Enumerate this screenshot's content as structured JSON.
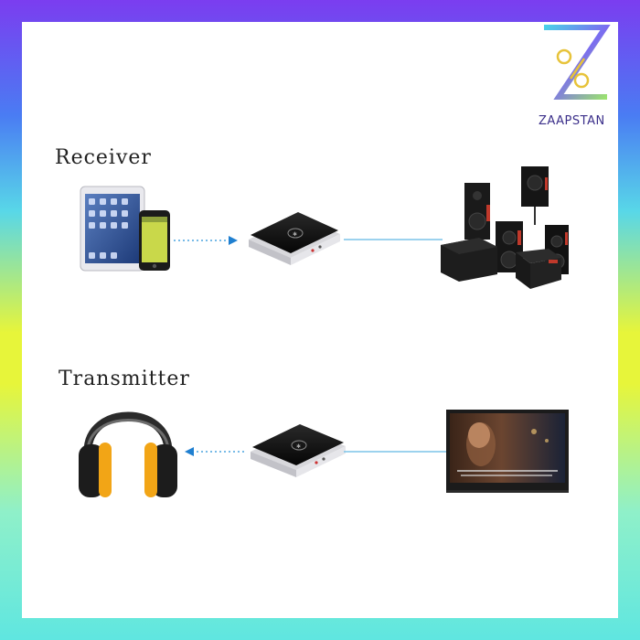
{
  "labels": {
    "receiver": "Receiver",
    "transmitter": "Transmitter"
  },
  "brand": {
    "name": "ZAAPSTAN",
    "logo_letter": "Z"
  },
  "tv": {
    "subtitle_line1": "",
    "subtitle_line2": ""
  },
  "colors": {
    "arrow": "#4aa3df",
    "device_black": "#0d0d0d",
    "headphone_orange": "#f2a516",
    "frame_purple": "#7b3df0",
    "frame_yellow": "#e7f53a",
    "frame_cyan": "#5fe6e0"
  }
}
